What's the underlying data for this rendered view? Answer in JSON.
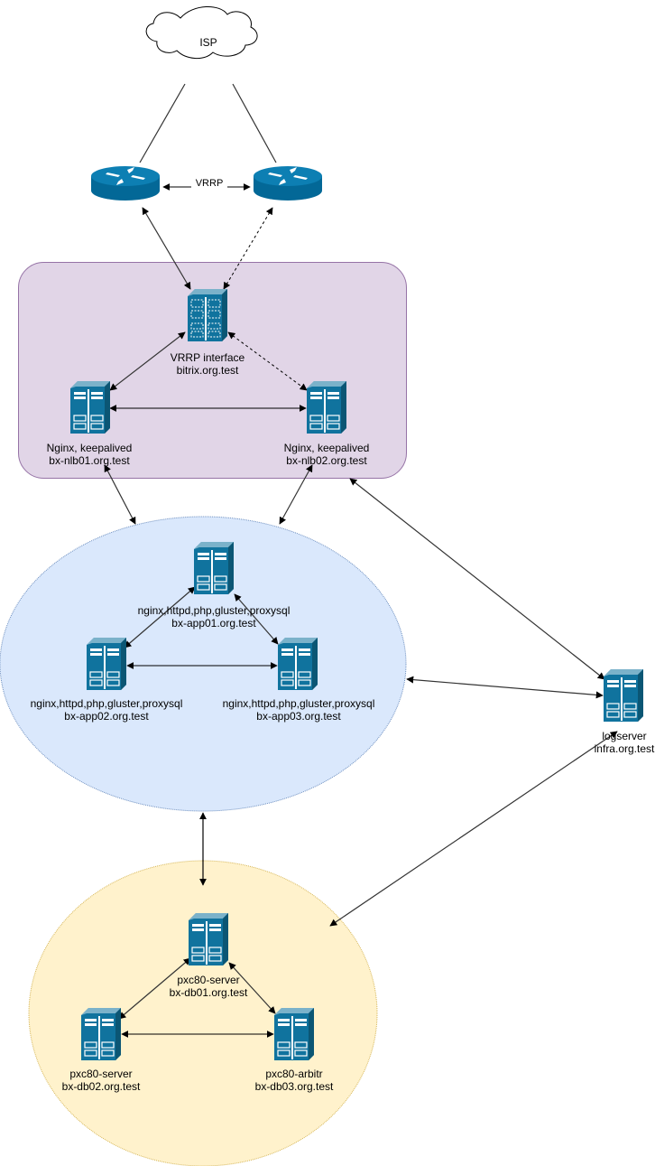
{
  "colors": {
    "server_blue": "#10739e",
    "server_light": "#ffffff",
    "router_blue": "#036897",
    "balancer_zone_fill": "#e1d5e7",
    "balancer_zone_stroke": "#9673a6",
    "app_zone_fill": "#dae8fc",
    "app_zone_stroke": "#6c8ebf",
    "db_zone_fill": "#fff2cc",
    "db_zone_stroke": "#d6b656",
    "line": "#333333",
    "cloud_stroke": "#000000"
  },
  "nodes": {
    "isp": {
      "label": "ISP",
      "icon": "cloud-icon"
    },
    "router1": {
      "icon": "router-icon"
    },
    "router2": {
      "icon": "router-icon"
    },
    "vrrp_link": {
      "label": "VRRP"
    },
    "vip": {
      "line1": "VRRP interface",
      "line2": "bitrix.org.test",
      "icon": "virtual-server-icon"
    },
    "nlb01": {
      "line1": "Nginx, keepalived",
      "line2": "bx-nlb01.org.test",
      "icon": "server-icon"
    },
    "nlb02": {
      "line1": "Nginx, keepalived",
      "line2": "bx-nlb02.org.test",
      "icon": "server-icon"
    },
    "app01": {
      "line1": "nginx,httpd,php,gluster,proxysql",
      "line2": "bx-app01.org.test",
      "icon": "server-icon"
    },
    "app02": {
      "line1": "nginx,httpd,php,gluster,proxysql",
      "line2": "bx-app02.org.test",
      "icon": "server-icon"
    },
    "app03": {
      "line1": "nginx,httpd,php,gluster,proxysql",
      "line2": "bx-app03.org.test",
      "icon": "server-icon"
    },
    "logserver": {
      "line1": "logserver",
      "line2": "infra.org.test",
      "icon": "server-icon"
    },
    "db01": {
      "line1": "pxc80-server",
      "line2": "bx-db01.org.test",
      "icon": "server-icon"
    },
    "db02": {
      "line1": "pxc80-server",
      "line2": "bx-db02.org.test",
      "icon": "server-icon"
    },
    "db03": {
      "line1": "pxc80-arbitr",
      "line2": "bx-db03.org.test",
      "icon": "server-icon"
    }
  }
}
